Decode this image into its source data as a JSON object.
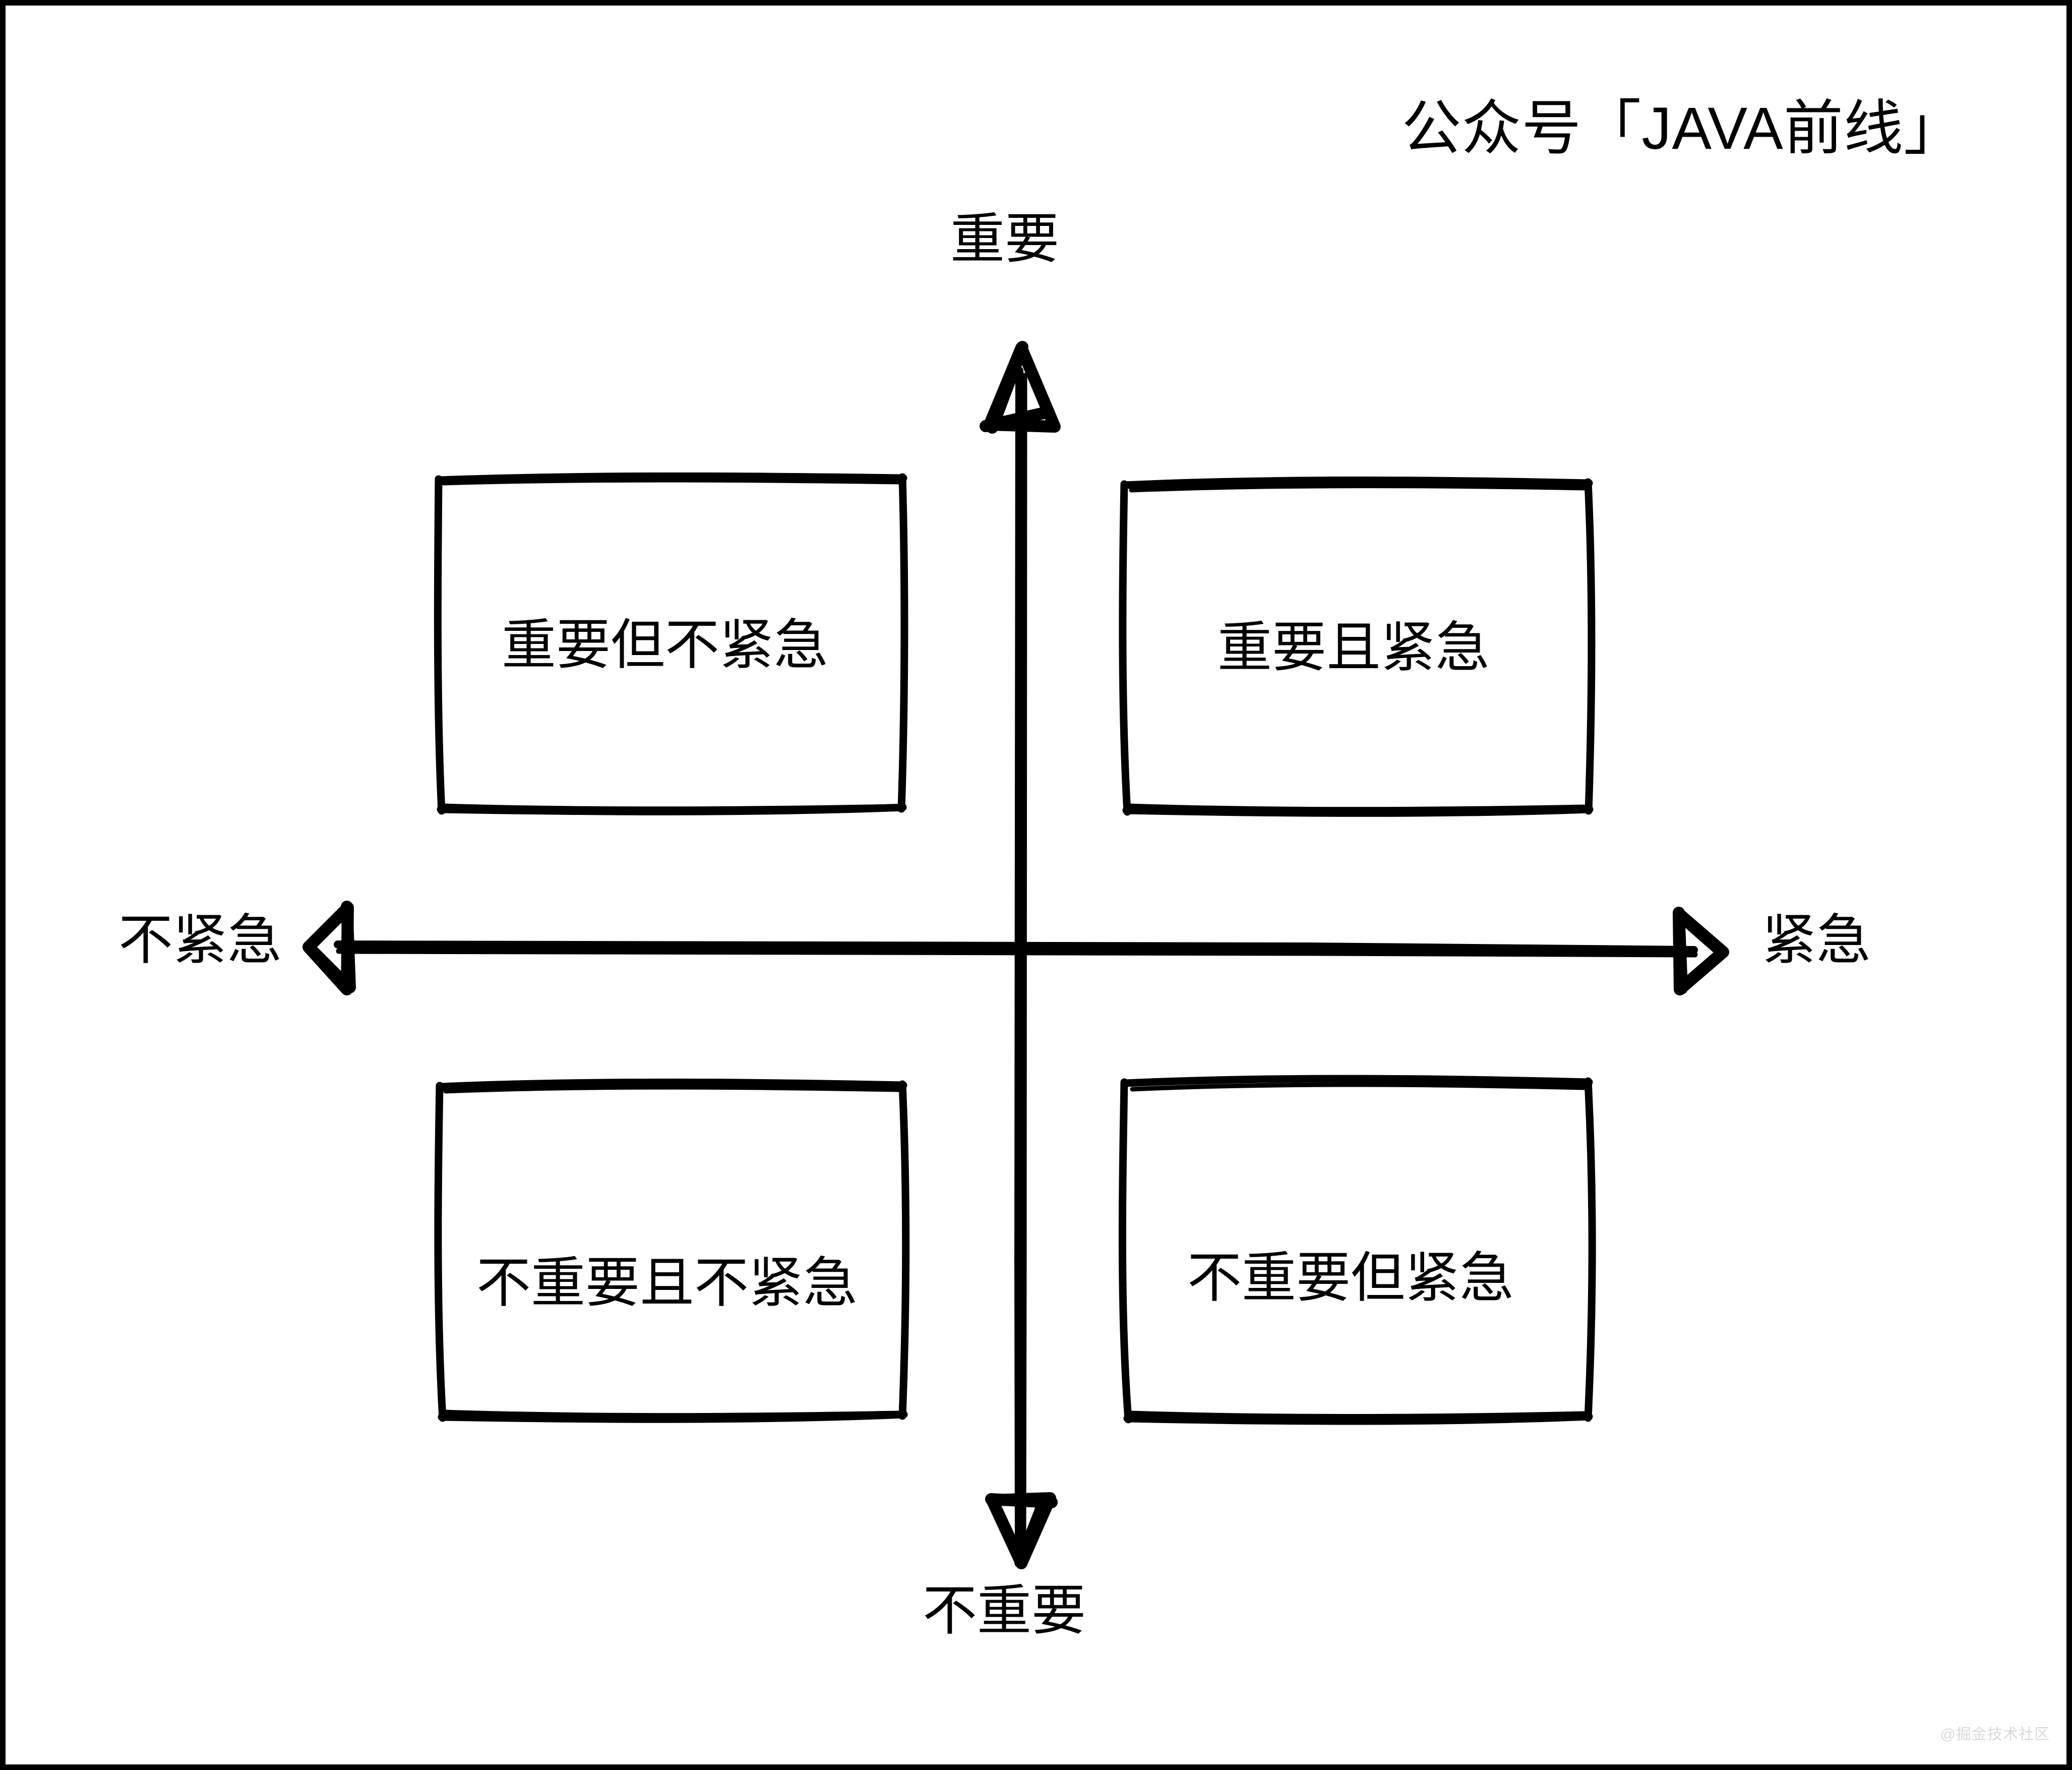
{
  "diagram": {
    "title_watermark": "公众号「JAVA前线」",
    "corner_watermark": "@掘金技术社区",
    "style": "hand-drawn",
    "stroke_color": "#000000",
    "background_color": "#ffffff",
    "watermark_color": "#d9d9d9"
  },
  "axes": {
    "vertical": {
      "top_label": "重要",
      "bottom_label": "不重要",
      "arrow_style": "hollow-triangle-both-ends"
    },
    "horizontal": {
      "left_label": "不紧急",
      "right_label": "紧急",
      "arrow_style": "hollow-triangle-both-ends"
    }
  },
  "quadrants": [
    {
      "id": "important-not-urgent",
      "label": "重要但不紧急",
      "position": "top-left"
    },
    {
      "id": "important-urgent",
      "label": "重要且紧急",
      "position": "top-right"
    },
    {
      "id": "not-important-not-urgent",
      "label": "不重要且不紧急",
      "position": "bottom-left"
    },
    {
      "id": "not-important-urgent",
      "label": "不重要但紧急",
      "position": "bottom-right"
    }
  ]
}
